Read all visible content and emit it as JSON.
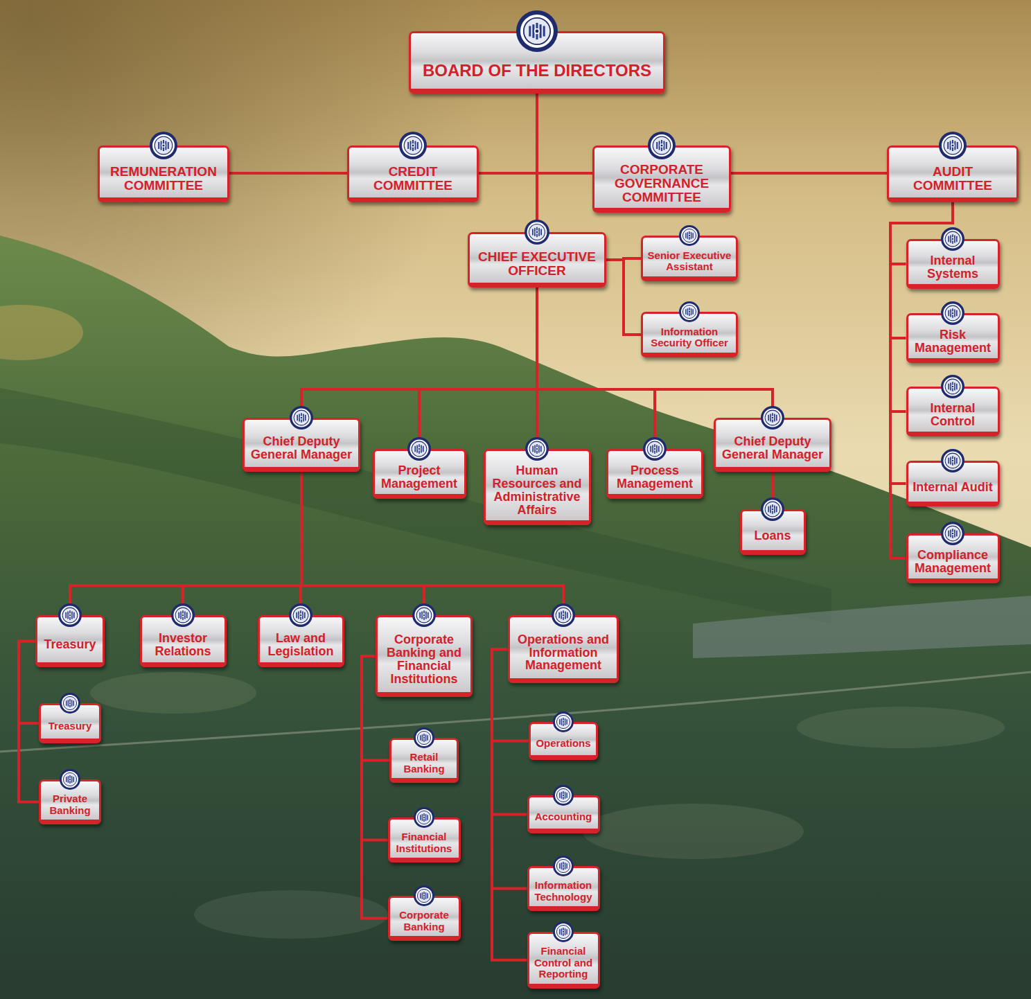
{
  "diagram": {
    "nodes": [
      {
        "text": [
          "BOARD OF THE DIRECTORS"
        ]
      },
      {
        "text": [
          "REMUNERATION COMMITTEE"
        ]
      },
      {
        "text": [
          "CREDIT COMMITTEE"
        ]
      },
      {
        "text": [
          "CORPORATE GOVERNANCE COMMITTEE"
        ]
      },
      {
        "text": [
          "AUDIT COMMITTEE"
        ]
      },
      {
        "text": [
          "CHIEF EXECUTIVE OFFICER"
        ]
      },
      {
        "text": [
          "Senior Executive Assistant"
        ]
      },
      {
        "text": [
          "Information Security Officer"
        ]
      },
      {
        "text": [
          "Internal Systems"
        ]
      },
      {
        "text": [
          "Risk Management"
        ]
      },
      {
        "text": [
          "Internal Control"
        ]
      },
      {
        "text": [
          "Internal Audit"
        ]
      },
      {
        "text": [
          "Compliance Management"
        ]
      },
      {
        "text": [
          "Chief Deputy General Manager"
        ]
      },
      {
        "text": [
          "Project Management"
        ]
      },
      {
        "text": [
          "Human Resources and Administrative Affairs"
        ]
      },
      {
        "text": [
          "Process Management"
        ]
      },
      {
        "text": [
          "Chief Deputy General Manager"
        ]
      },
      {
        "text": [
          "Loans"
        ]
      },
      {
        "text": [
          "Treasury"
        ]
      },
      {
        "text": [
          "Investor Relations"
        ]
      },
      {
        "text": [
          "Law and Legislation"
        ]
      },
      {
        "text": [
          "Corporate Banking and Financial Institutions"
        ]
      },
      {
        "text": [
          "Operations and Information Management"
        ]
      },
      {
        "text": [
          "Treasury"
        ]
      },
      {
        "text": [
          "Private Banking"
        ]
      },
      {
        "text": [
          "Retail Banking"
        ]
      },
      {
        "text": [
          "Financial Institutions"
        ]
      },
      {
        "text": [
          "Corporate Banking"
        ]
      },
      {
        "text": [
          "Operations"
        ]
      },
      {
        "text": [
          "Accounting"
        ]
      },
      {
        "text": [
          "Information Technology"
        ]
      },
      {
        "text": [
          "Financial Control and Reporting"
        ]
      }
    ],
    "edges": [
      {
        "from": 0,
        "to": 1,
        "arrow": "none"
      },
      {
        "from": 0,
        "to": 2,
        "arrow": "none"
      },
      {
        "from": 0,
        "to": 3,
        "arrow": "none"
      },
      {
        "from": 0,
        "to": 4,
        "arrow": "none"
      },
      {
        "from": 0,
        "to": 5,
        "arrow": "none"
      },
      {
        "from": 5,
        "to": 6,
        "arrow": "none"
      },
      {
        "from": 5,
        "to": 7,
        "arrow": "none"
      },
      {
        "from": 5,
        "to": 13,
        "arrow": "none"
      },
      {
        "from": 5,
        "to": 14,
        "arrow": "none"
      },
      {
        "from": 5,
        "to": 15,
        "arrow": "none"
      },
      {
        "from": 5,
        "to": 16,
        "arrow": "none"
      },
      {
        "from": 5,
        "to": 17,
        "arrow": "none"
      },
      {
        "from": 17,
        "to": 18,
        "arrow": "none"
      },
      {
        "from": 4,
        "to": 8,
        "arrow": "none"
      },
      {
        "from": 4,
        "to": 9,
        "arrow": "none"
      },
      {
        "from": 4,
        "to": 10,
        "arrow": "none"
      },
      {
        "from": 4,
        "to": 11,
        "arrow": "none"
      },
      {
        "from": 4,
        "to": 12,
        "arrow": "none"
      },
      {
        "from": 13,
        "to": 19,
        "arrow": "none"
      },
      {
        "from": 13,
        "to": 20,
        "arrow": "none"
      },
      {
        "from": 13,
        "to": 21,
        "arrow": "none"
      },
      {
        "from": 13,
        "to": 22,
        "arrow": "none"
      },
      {
        "from": 13,
        "to": 23,
        "arrow": "none"
      },
      {
        "from": 19,
        "to": 24,
        "arrow": "none"
      },
      {
        "from": 19,
        "to": 25,
        "arrow": "none"
      },
      {
        "from": 22,
        "to": 26,
        "arrow": "none"
      },
      {
        "from": 22,
        "to": 27,
        "arrow": "none"
      },
      {
        "from": 22,
        "to": 28,
        "arrow": "none"
      },
      {
        "from": 23,
        "to": 29,
        "arrow": "none"
      },
      {
        "from": 23,
        "to": 30,
        "arrow": "none"
      },
      {
        "from": 23,
        "to": 31,
        "arrow": "none"
      },
      {
        "from": 23,
        "to": 32,
        "arrow": "none"
      }
    ]
  }
}
